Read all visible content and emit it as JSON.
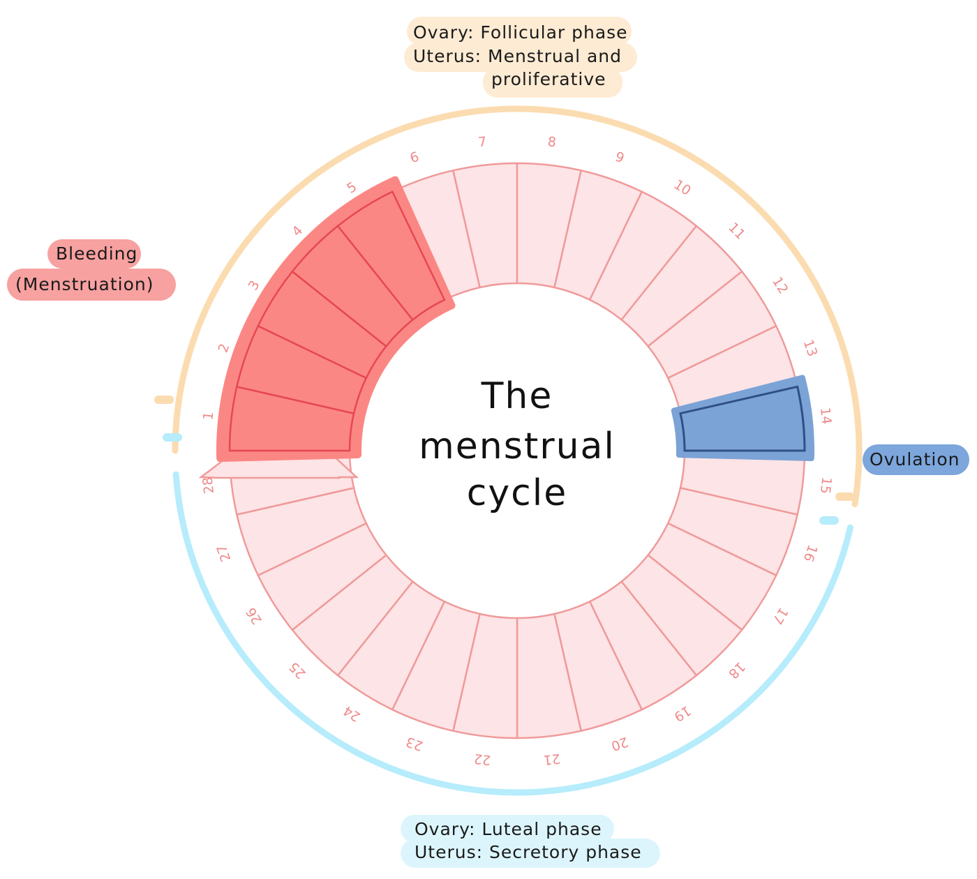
{
  "title": {
    "line1": "The",
    "line2": "menstrual",
    "line3": "cycle"
  },
  "cycle": {
    "total_days": 28,
    "bleeding_days": [
      1,
      2,
      3,
      4,
      5
    ],
    "ovulation_day": 14,
    "day_labels": [
      "1",
      "2",
      "3",
      "4",
      "5",
      "6",
      "7",
      "8",
      "9",
      "10",
      "11",
      "12",
      "13",
      "14",
      "15",
      "16",
      "17",
      "18",
      "19",
      "20",
      "21",
      "22",
      "23",
      "24",
      "25",
      "26",
      "27",
      "28"
    ]
  },
  "labels": {
    "follicular": {
      "line1": "Ovary: Follicular phase",
      "line2": "Uterus: Menstrual and",
      "line3": "proliferative"
    },
    "bleeding": {
      "line1": "Bleeding",
      "line2": "(Menstruation)"
    },
    "ovulation": "Ovulation",
    "luteal": {
      "line1": "Ovary: Luteal phase",
      "line2": "Uterus: Secretory phase"
    }
  },
  "colors": {
    "segment_fill": "#fde4e6",
    "segment_stroke": "#ef9a9a",
    "bleeding_fill": "#fb8784",
    "bleeding_stroke": "#e64850",
    "ovulation_fill": "#7ba3d6",
    "ovulation_stroke": "#2f4f86",
    "follicular_arc": "#fbdcb0",
    "luteal_arc": "#b6ecfb",
    "follicular_label_bg": "#fdebd3",
    "luteal_label_bg": "#dcf5fc",
    "bleeding_label_bg": "#f7a1a0",
    "ovulation_label_bg": "#7ca6dc"
  }
}
